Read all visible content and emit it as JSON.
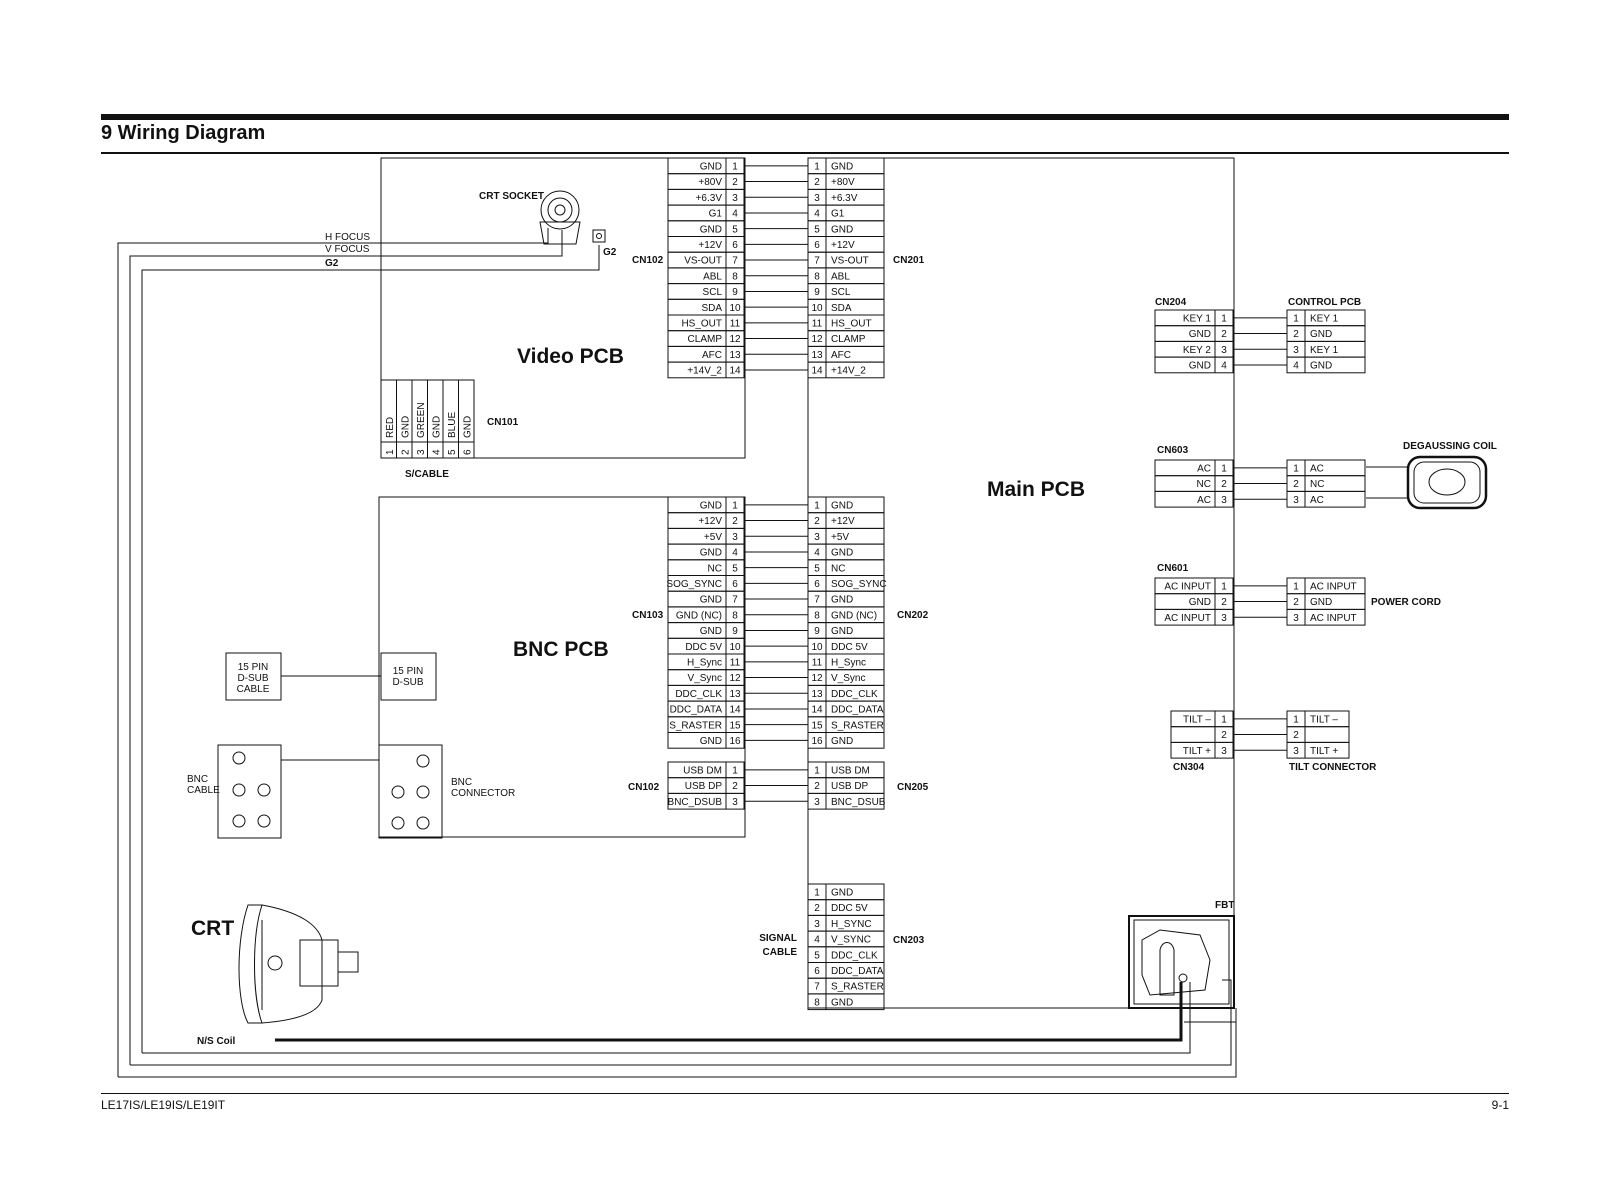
{
  "header": {
    "title": "9 Wiring Diagram"
  },
  "footer": {
    "model": "LE17IS/LE19IS/LE19IT",
    "page": "9-1"
  },
  "labels": {
    "video_pcb": "Video PCB",
    "bnc_pcb": "BNC PCB",
    "main_pcb": "Main PCB",
    "crt": "CRT",
    "crt_socket": "CRT SOCKET",
    "g2": "G2",
    "h_focus": "H FOCUS",
    "v_focus": "V FOCUS",
    "g2_wire": "G2",
    "cn101": "CN101",
    "s_cable": "S/CABLE",
    "dsub_cable": [
      "15 PIN",
      "D-SUB",
      "CABLE"
    ],
    "dsub": [
      "15 PIN",
      "D-SUB"
    ],
    "bnc_cable": [
      "BNC",
      "CABLE"
    ],
    "bnc_connector": [
      "BNC",
      "CONNECTOR"
    ],
    "signal_cable": [
      "SIGNAL",
      "CABLE"
    ],
    "ns_coil": "N/S Coil",
    "fbt": "FBT",
    "control_pcb": "CONTROL PCB",
    "degaussing_coil": "DEGAUSSING COIL",
    "power_cord": "POWER CORD",
    "tilt_connector": "TILT CONNECTOR"
  },
  "cn101_pins": [
    {
      "num": "1",
      "name": "RED"
    },
    {
      "num": "2",
      "name": "GND"
    },
    {
      "num": "3",
      "name": "GREEN"
    },
    {
      "num": "4",
      "name": "GND"
    },
    {
      "num": "5",
      "name": "BLUE"
    },
    {
      "num": "6",
      "name": "GND"
    }
  ],
  "connectors": [
    {
      "id": "CN102v",
      "label": "CN102",
      "side": "left",
      "pins": [
        "GND",
        "+80V",
        "+6.3V",
        "G1",
        "GND",
        "+12V",
        "VS-OUT",
        "ABL",
        "SCL",
        "SDA",
        "HS_OUT",
        "CLAMP",
        "AFC",
        "+14V_2"
      ]
    },
    {
      "id": "CN201",
      "label": "CN201",
      "side": "right",
      "pins": [
        "GND",
        "+80V",
        "+6.3V",
        "G1",
        "GND",
        "+12V",
        "VS-OUT",
        "ABL",
        "SCL",
        "SDA",
        "HS_OUT",
        "CLAMP",
        "AFC",
        "+14V_2"
      ]
    },
    {
      "id": "CN103",
      "label": "CN103",
      "side": "left",
      "pins": [
        "GND",
        "+12V",
        "+5V",
        "GND",
        "NC",
        "SOG_SYNC",
        "GND",
        "GND (NC)",
        "GND",
        "DDC 5V",
        "H_Sync",
        "V_Sync",
        "DDC_CLK",
        "DDC_DATA",
        "S_RASTER",
        "GND"
      ]
    },
    {
      "id": "CN202",
      "label": "CN202",
      "side": "right",
      "pins": [
        "GND",
        "+12V",
        "+5V",
        "GND",
        "NC",
        "SOG_SYNC",
        "GND",
        "GND (NC)",
        "GND",
        "DDC 5V",
        "H_Sync",
        "V_Sync",
        "DDC_CLK",
        "DDC_DATA",
        "S_RASTER",
        "GND"
      ]
    },
    {
      "id": "CN102b",
      "label": "CN102",
      "side": "left",
      "pins": [
        "USB DM",
        "USB DP",
        "BNC_DSUB"
      ]
    },
    {
      "id": "CN205",
      "label": "CN205",
      "side": "right",
      "pins": [
        "USB DM",
        "USB DP",
        "BNC_DSUB"
      ]
    },
    {
      "id": "CN203",
      "label": "CN203",
      "side": "right",
      "pins": [
        "GND",
        "DDC 5V",
        "H_SYNC",
        "V_SYNC",
        "DDC_CLK",
        "DDC_DATA",
        "S_RASTER",
        "GND"
      ]
    },
    {
      "id": "CN204",
      "label": "CN204",
      "side": "left",
      "pins": [
        "KEY 1",
        "GND",
        "KEY 2",
        "GND"
      ]
    },
    {
      "id": "CTRL",
      "label": "",
      "side": "right",
      "pins": [
        "KEY 1",
        "GND",
        "KEY 1",
        "GND"
      ]
    },
    {
      "id": "CN603",
      "label": "CN603",
      "side": "left",
      "pins": [
        "AC",
        "NC",
        "AC"
      ]
    },
    {
      "id": "DEG",
      "label": "",
      "side": "right",
      "pins": [
        "AC",
        "NC",
        "AC"
      ]
    },
    {
      "id": "CN601",
      "label": "CN601",
      "side": "left",
      "pins": [
        "AC INPUT",
        "GND",
        "AC INPUT"
      ]
    },
    {
      "id": "PWR",
      "label": "",
      "side": "right",
      "pins": [
        "AC INPUT",
        "GND",
        "AC INPUT"
      ]
    },
    {
      "id": "CN304",
      "label": "CN304",
      "side": "left",
      "pins": [
        "TILT –",
        "",
        "TILT +"
      ]
    },
    {
      "id": "TILT",
      "label": "",
      "side": "right",
      "pins": [
        "TILT –",
        "",
        "TILT +"
      ]
    }
  ]
}
